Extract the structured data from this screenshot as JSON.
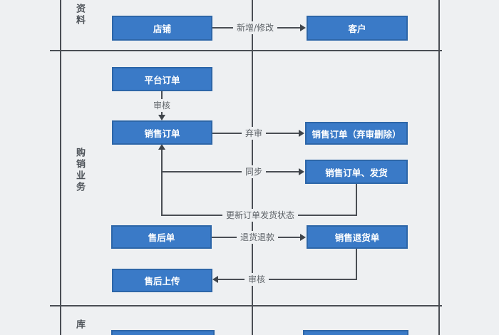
{
  "diagram": {
    "type": "swimlane-flowchart",
    "background_color": "#eef0f2",
    "line_color": "#4a4e54",
    "node_fill_color": "#3a7ac7",
    "node_border_color": "#2d66a8",
    "node_text_color": "#ffffff",
    "edge_label_color": "#5c6166"
  },
  "lanes": [
    {
      "label": "资料"
    },
    {
      "label": "购销业务"
    },
    {
      "label": "库"
    }
  ],
  "nodes": [
    {
      "label": "店铺"
    },
    {
      "label": "客户"
    },
    {
      "label": "平台订单"
    },
    {
      "label": "销售订单"
    },
    {
      "label": "销售订单（弃审删除）"
    },
    {
      "label": "销售订单、发货"
    },
    {
      "label": "售后单"
    },
    {
      "label": "销售退货单"
    },
    {
      "label": "售后上传"
    }
  ],
  "edges": [
    {
      "from": "店铺",
      "to": "客户",
      "label": "新增/修改"
    },
    {
      "from": "平台订单",
      "to": "销售订单",
      "label": "审核"
    },
    {
      "from": "销售订单",
      "to": "销售订单（弃审删除）",
      "label": "弃审"
    },
    {
      "from": "销售订单",
      "to": "销售订单、发货",
      "label": "同步"
    },
    {
      "from": "销售订单、发货",
      "to": "销售订单",
      "label": "更新订单发货状态"
    },
    {
      "from": "售后单",
      "to": "销售退货单",
      "label": "退货退款"
    },
    {
      "from": "销售退货单",
      "to": "售后上传",
      "label": "审核"
    }
  ]
}
